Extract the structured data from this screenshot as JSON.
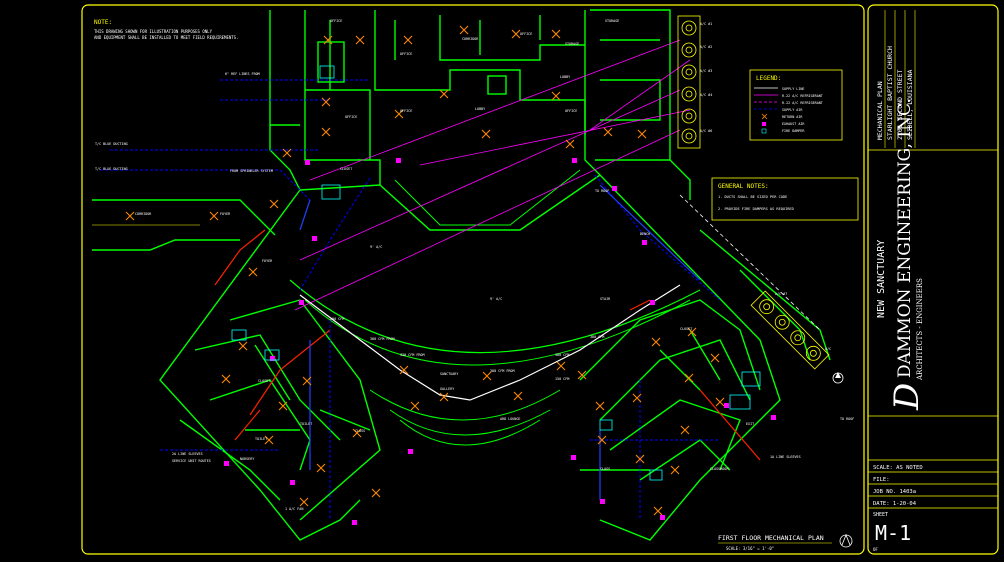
{
  "notes": {
    "heading": "NOTE:",
    "line1": "THIS DRAWING SHOWN FOR ILLUSTRATION PURPOSES ONLY",
    "line2": "AND EQUIPMENT SHALL BE INSTALLED TO MEET FIELD REQUIREMENTS."
  },
  "legend": {
    "title": "LEGEND:",
    "items": [
      "SUPPLY LINE",
      "R-22 A/C REFRIGERANT",
      "R-22 A/C REFRIGERANT",
      "SUPPLY AIR",
      "RETURN AIR",
      "EXHAUST AIR",
      "FIRE DAMPER"
    ]
  },
  "general_notes": {
    "title": "GENERAL NOTES:",
    "line1": "1. DUCTS SHALL BE SIZED PER CODE",
    "line2": "2. PROVIDE FIRE DAMPERS AS REQUIRED"
  },
  "title_block": {
    "drawing_title": "MECHANICAL PLAN",
    "church_name": "STARLIGHT BAPTIST CHURCH",
    "street": "2101 SECOND STREET",
    "city": "SLIDELL, LOUISIANA",
    "project": "NEW SANCTUARY",
    "firm": "DAMMON ENGINEERING, INC.",
    "firm_sub": "ARCHITECTS - ENGINEERS",
    "scale": "SCALE: AS NOTED",
    "file": "FILE:",
    "job": "JOB NO. 1403a",
    "date": "DATE: 1-20-04",
    "sheet_label": "SHEET",
    "sheet_number": "M-1",
    "of": "OF"
  },
  "plan_caption": {
    "title": "FIRST FLOOR MECHANICAL PLAN",
    "scale": "SCALE: 3/16\" = 1'-0\""
  },
  "colors": {
    "background": "#000000",
    "border": "#ffff00",
    "walls": "#00ff00",
    "duct": "#0000ff",
    "refrigerant": "#ff00ff",
    "diffuser": "#ff8800",
    "text": "#ffffff"
  }
}
